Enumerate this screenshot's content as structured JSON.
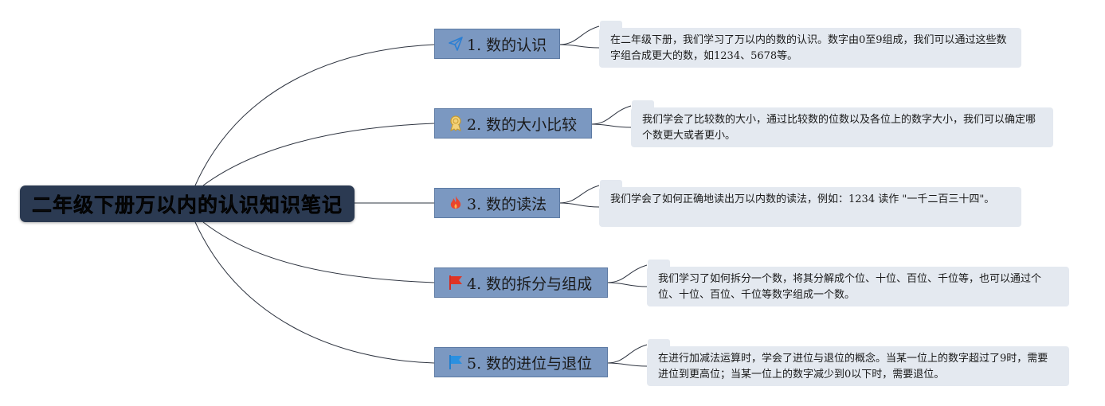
{
  "root": {
    "title": "二年级下册万以内的认识知识笔记"
  },
  "branches": [
    {
      "icon": "paper-plane-icon",
      "label": "1. 数的认识",
      "note": "在二年级下册，我们学习了万以内的数的认识。数字由0至9组成，我们可以通过这些数字组合成更大的数，如1234、5678等。"
    },
    {
      "icon": "award-ribbon-icon",
      "label": "2. 数的大小比较",
      "note": "我们学会了比较数的大小，通过比较数的位数以及各位上的数字大小，我们可以确定哪个数更大或者更小。"
    },
    {
      "icon": "fire-icon",
      "label": "3. 数的读法",
      "note": "我们学会了如何正确地读出万以内数的读法，例如：1234 读作 \"一千二百三十四\"。"
    },
    {
      "icon": "red-flag-icon",
      "label": "4. 数的拆分与组成",
      "note": "我们学习了如何拆分一个数，将其分解成个位、十位、百位、千位等，也可以通过个位、十位、百位、千位等数字组成一个数。"
    },
    {
      "icon": "blue-flag-icon",
      "label": "5. 数的进位与退位",
      "note": "在进行加减法运算时，学会了进位与退位的概念。当某一位上的数字超过了9时，需要进位到更高位；当某一位上的数字减少到0以下时，需要退位。"
    }
  ],
  "colors": {
    "root_bg": "#2b3a52",
    "branch_bg": "#7b98c1",
    "note_bg": "#e4e9f0",
    "line": "#2e3440"
  }
}
